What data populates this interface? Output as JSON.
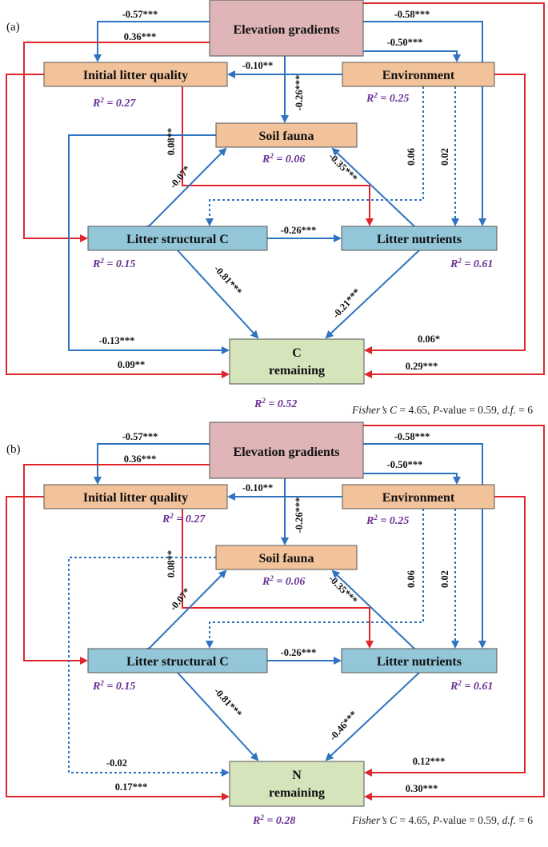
{
  "colors": {
    "blue": "#2f73c0",
    "red": "#e0262c",
    "pink_box": "#dfb5b7",
    "orange_box": "#f2c29a",
    "blue_box": "#92c6d8",
    "green_box": "#d6e4bc",
    "r2": "#6a2f93"
  },
  "panels": [
    {
      "label": "(a)",
      "nodes": {
        "elevation": "Elevation gradients",
        "litter_quality": "Initial litter quality",
        "environment": "Environment",
        "soil_fauna": "Soil fauna",
        "structural_c": "Litter structural C",
        "nutrients": "Litter nutrients",
        "remaining_top": "C",
        "remaining_bottom": "remaining"
      },
      "r2": {
        "litter_quality": "0.27",
        "environment": "0.25",
        "soil_fauna": "0.06",
        "structural_c": "0.15",
        "nutrients": "0.61",
        "remaining": "0.52"
      },
      "coefs": {
        "elev_quality": "-0.57***",
        "elev_structural": "0.36***",
        "elev_nutrients": "-0.58***",
        "elev_env": "-0.50***",
        "env_quality": "-0.10**",
        "elev_fauna": "-0.26***",
        "quality_nutrients": "0.08**",
        "env_structural": "0.06",
        "env_nutrients": "0.02",
        "fauna_structural": "-0.07*",
        "nutrients_fauna": "-0.35***",
        "structural_nutrients": "-0.26***",
        "structural_remaining": "-0.81***",
        "nutrients_remaining": "-0.21***",
        "fauna_remaining": "-0.13***",
        "quality_remaining": "0.09**",
        "env_remaining": "0.06*",
        "elev_remaining": "0.29***"
      },
      "fisher": {
        "c_value": "4.65",
        "p_value": "0.59",
        "df": "6"
      }
    },
    {
      "label": "(b)",
      "nodes": {
        "elevation": "Elevation gradients",
        "litter_quality": "Initial litter quality",
        "environment": "Environment",
        "soil_fauna": "Soil fauna",
        "structural_c": "Litter structural C",
        "nutrients": "Litter nutrients",
        "remaining_top": "N",
        "remaining_bottom": "remaining"
      },
      "r2": {
        "litter_quality": "0.27",
        "environment": "0.25",
        "soil_fauna": "0.06",
        "structural_c": "0.15",
        "nutrients": "0.61",
        "remaining": "0.28"
      },
      "coefs": {
        "elev_quality": "-0.57***",
        "elev_structural": "0.36***",
        "elev_nutrients": "-0.58***",
        "elev_env": "-0.50***",
        "env_quality": "-0.10**",
        "elev_fauna": "-0.26***",
        "quality_nutrients": "0.08**",
        "env_structural": "0.06",
        "env_nutrients": "0.02",
        "fauna_structural": "-0.07*",
        "nutrients_fauna": "-0.35***",
        "structural_nutrients": "-0.26***",
        "structural_remaining": "-0.81***",
        "nutrients_remaining": "-0.46***",
        "fauna_remaining": "-0.02",
        "quality_remaining": "0.17***",
        "env_remaining": "0.12***",
        "elev_remaining": "0.30***"
      },
      "fisher": {
        "c_value": "4.65",
        "p_value": "0.59",
        "df": "6"
      }
    }
  ]
}
